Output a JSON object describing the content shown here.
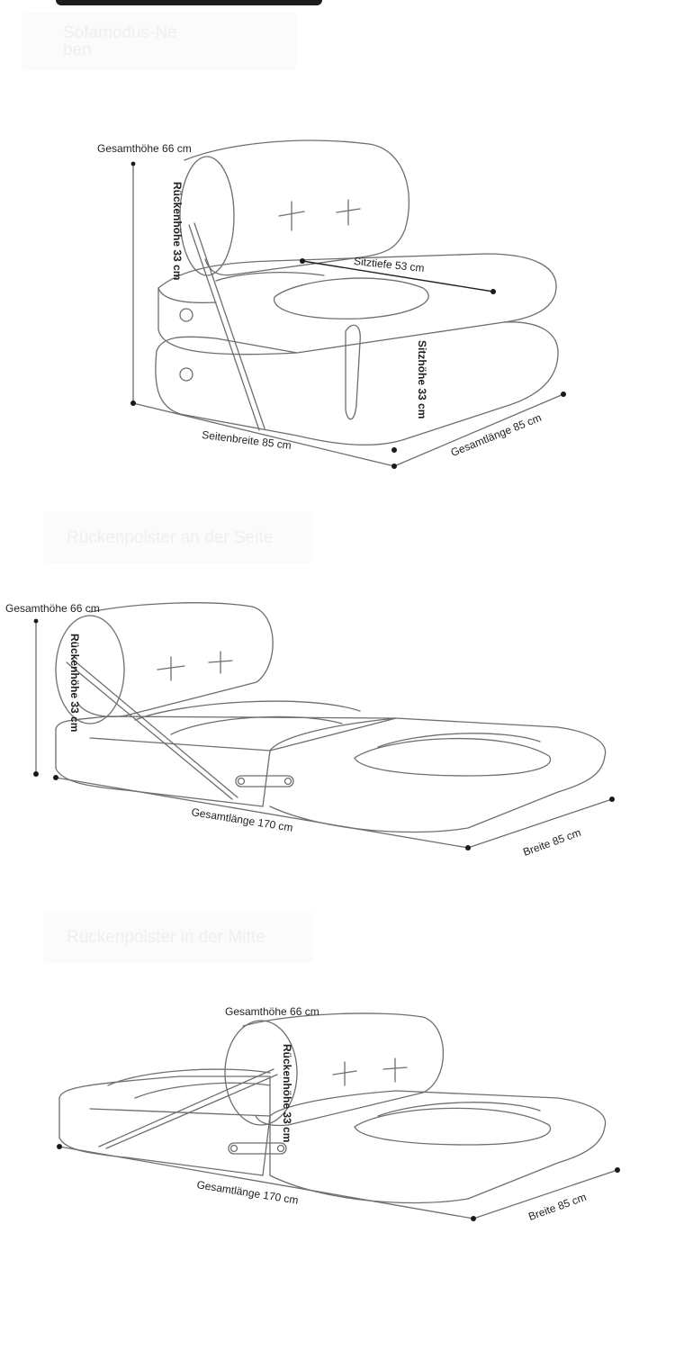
{
  "header": {
    "watermark_mode": "Sofamodus-Ne\nben"
  },
  "section1": {
    "total_height": "Gesamthöhe 66 cm",
    "back_height": "Rückenhöhe 33 cm",
    "seat_depth": "Sitztiefe 53 cm",
    "seat_height": "Sitzhöhe 33 cm",
    "side_width": "Seitenbreite 85 cm",
    "total_length": "Gesamtlänge 85 cm"
  },
  "section2": {
    "watermark": "Rückenpolster an der Seite",
    "total_height": "Gesamthöhe 66 cm",
    "back_height": "Rückenhöhe 33 cm",
    "total_length": "Gesamtlänge 170 cm",
    "width": "Breite 85 cm"
  },
  "section3": {
    "watermark": "Rückenpolster in der Mitte",
    "total_height": "Gesamthöhe 66 cm",
    "back_height": "Rückenhöhe 33 cm",
    "total_length": "Gesamtlänge 170 cm",
    "width": "Breite 85 cm"
  },
  "colors": {
    "line": "#6e6e6e",
    "dot": "#1a1a1a",
    "watermark": "#efefef"
  }
}
